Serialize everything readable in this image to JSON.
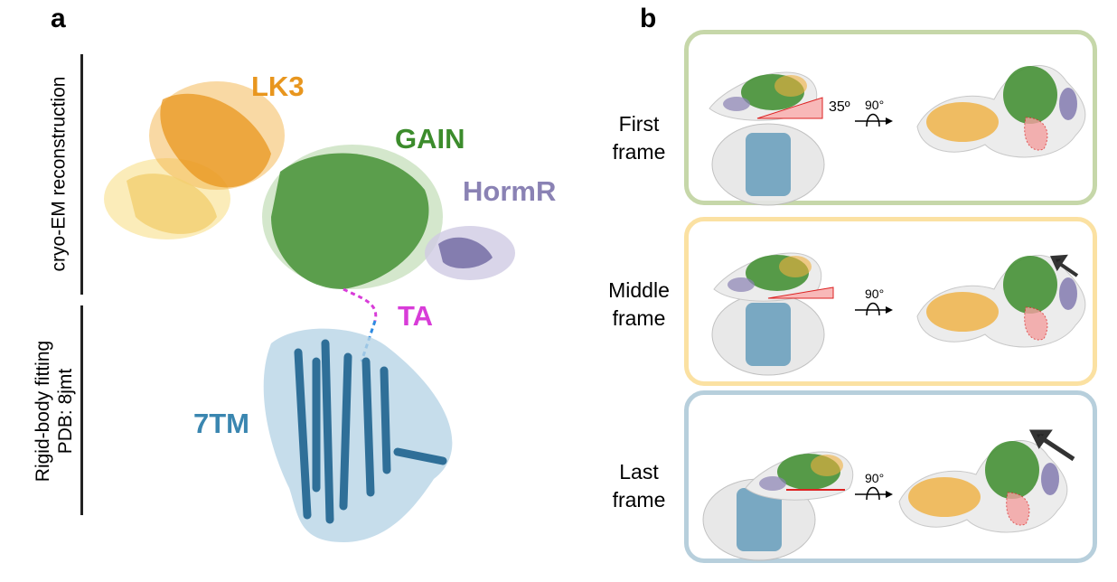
{
  "panel_a": {
    "letter": "a",
    "side_labels": {
      "top": "cryo-EM reconstruction",
      "bottom_line1": "Rigid-body fitting",
      "bottom_line2": "PDB: 8jmt"
    },
    "domains": [
      {
        "name": "LK3",
        "color": "#e8961e"
      },
      {
        "name": "GAIN",
        "color": "#3c8c2c"
      },
      {
        "name": "HormR",
        "color": "#8a82b4"
      },
      {
        "name": "TA",
        "color": "#d83cd8"
      },
      {
        "name": "7TM",
        "color": "#3a86b0"
      }
    ]
  },
  "panel_b": {
    "letter": "b",
    "frames": [
      {
        "line1": "First",
        "line2": "frame",
        "angle": "35º",
        "rotation": "90°",
        "border": "#c6d7a9"
      },
      {
        "line1": "Middle",
        "line2": "frame",
        "rotation": "90°",
        "border": "#fbe1a2"
      },
      {
        "line1": "Last",
        "line2": "frame",
        "rotation": "90°",
        "border": "#b7cfdc"
      }
    ]
  }
}
